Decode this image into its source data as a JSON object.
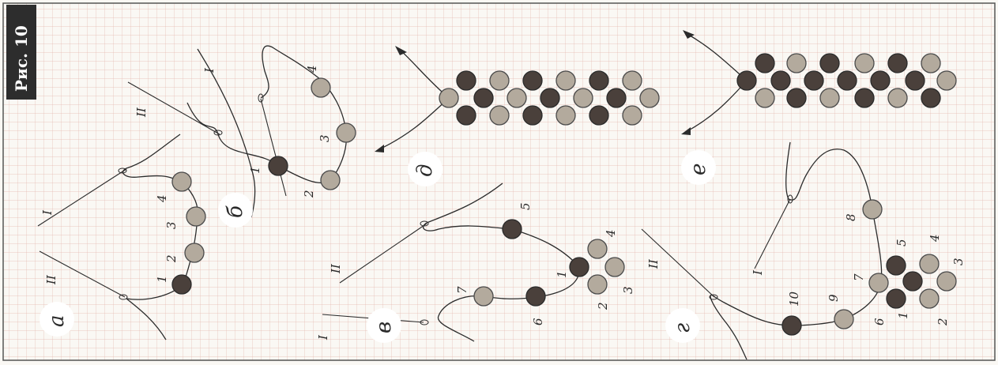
{
  "figure": {
    "title": "Рис. 10",
    "panels": {
      "a": "а",
      "b": "б",
      "v": "в",
      "g": "г",
      "d": "д",
      "e": "е"
    },
    "thread_labels": {
      "I": "I",
      "II": "II"
    },
    "bead_numbers": {
      "a": [
        "1",
        "2",
        "3",
        "4"
      ],
      "b": [
        "1",
        "2",
        "3",
        "4"
      ],
      "v": [
        "1",
        "2",
        "3",
        "4",
        "5",
        "6",
        "7"
      ],
      "g": [
        "1",
        "2",
        "3",
        "4",
        "5",
        "6",
        "7",
        "8",
        "9",
        "10"
      ]
    }
  }
}
